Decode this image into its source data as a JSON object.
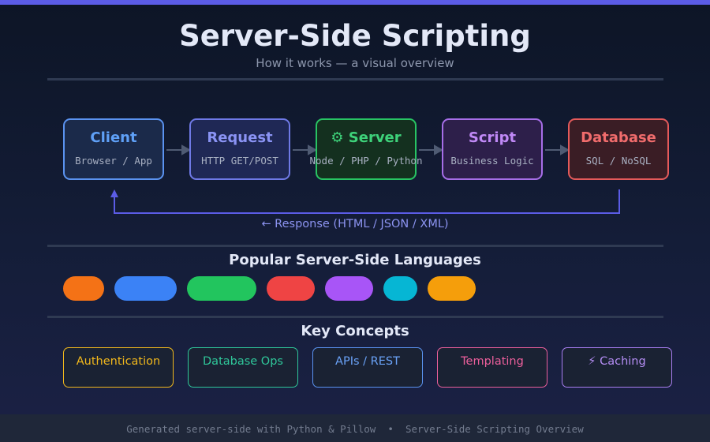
{
  "header": {
    "title": "Server-Side Scripting",
    "subtitle": "How it works — a visual overview"
  },
  "flow": {
    "nodes": [
      {
        "icon": "",
        "title": "Client",
        "subtitle": "Browser / App",
        "color": "#5fa0f7"
      },
      {
        "icon": "",
        "title": "Request",
        "subtitle": "HTTP GET/POST",
        "color": "#8a93f4"
      },
      {
        "icon": "⚙",
        "title": "Server",
        "subtitle": "Node / PHP / Python",
        "color": "#3ed27a"
      },
      {
        "icon": "",
        "title": "Script",
        "subtitle": "Business Logic",
        "color": "#c089f6"
      },
      {
        "icon": "",
        "title": "Database",
        "subtitle": "SQL / NoSQL",
        "color": "#f06c6c"
      }
    ],
    "response_label": "← Response (HTML / JSON / XML)"
  },
  "languages": {
    "title": "Popular Server-Side Languages",
    "pill_colors": [
      "#f47216",
      "#3b82f6",
      "#22c55e",
      "#ef4444",
      "#a855f7",
      "#06b6d4",
      "#f59e0b"
    ]
  },
  "concepts": {
    "title": "Key Concepts",
    "items": [
      {
        "icon": "",
        "label": "Authentication",
        "color": "#f2b81c"
      },
      {
        "icon": "",
        "label": "Database Ops",
        "color": "#2fc79a"
      },
      {
        "icon": "",
        "label": "APIs / REST",
        "color": "#6aa2f7"
      },
      {
        "icon": "",
        "label": "Templating",
        "color": "#ec5f9c"
      },
      {
        "icon": "⚡",
        "label": "Caching",
        "color": "#b48df3"
      }
    ]
  },
  "footer": {
    "left": "Generated server-side with Python & Pillow",
    "separator": "  •  ",
    "right": "Server-Side Scripting Overview"
  }
}
